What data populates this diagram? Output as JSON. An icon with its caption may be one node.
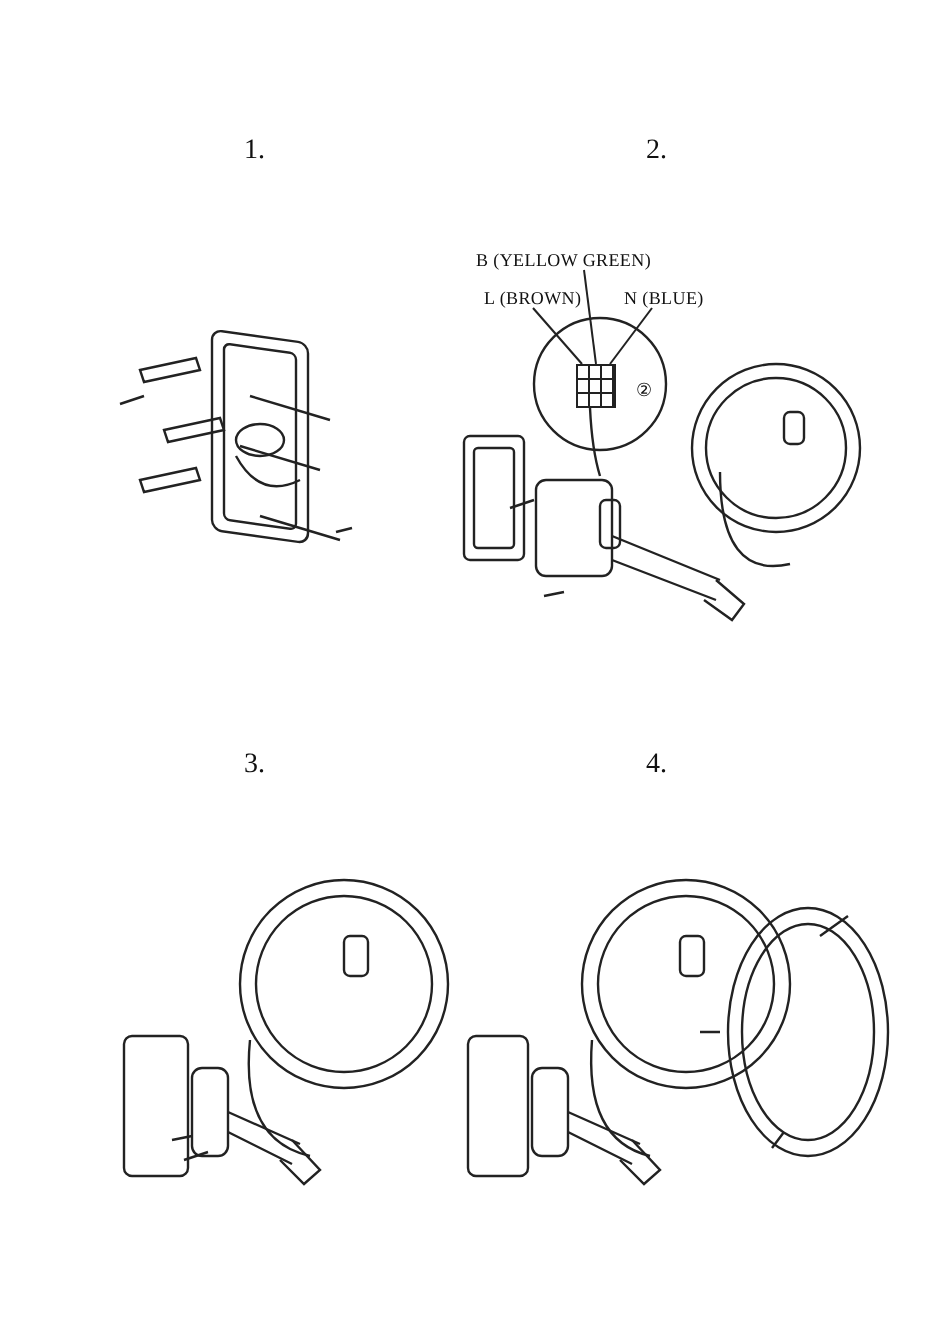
{
  "diagram": {
    "nodes": [
      {
        "text": [
          "B (YELLOW GREEN)"
        ]
      },
      {
        "text": [
          "L (BROWN)"
        ]
      },
      {
        "text": [
          "N (BLUE)"
        ]
      },
      {
        "text": [],
        "shape": "box"
      }
    ],
    "edges": [
      {
        "from": 0,
        "to": 3,
        "arrow": "none"
      },
      {
        "from": 1,
        "to": 3,
        "arrow": "none"
      },
      {
        "from": 2,
        "to": 3,
        "arrow": "none"
      }
    ],
    "labels": [
      "1.",
      "2.",
      "②",
      "3.",
      "4."
    ]
  }
}
